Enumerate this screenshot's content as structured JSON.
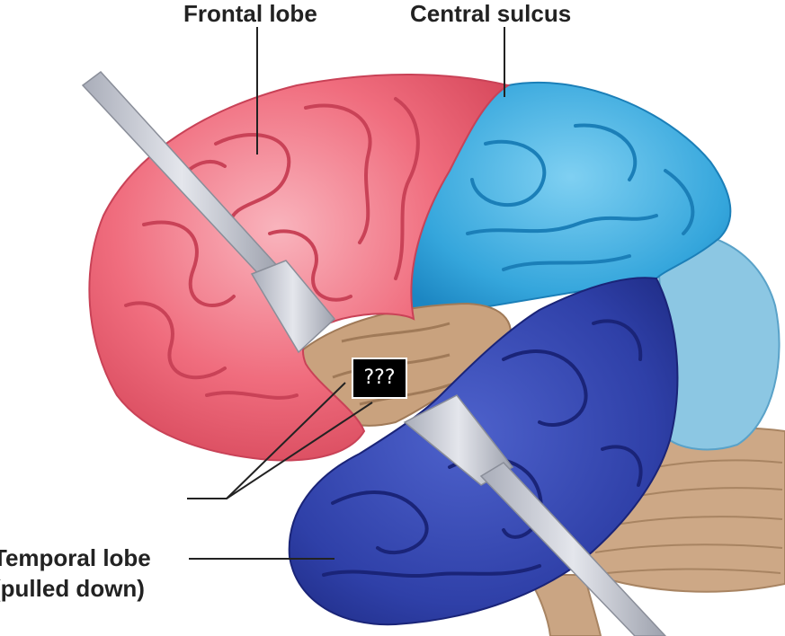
{
  "labels": {
    "frontal": "Frontal lobe",
    "central": "Central sulcus",
    "temporal_line1": "Temporal lobe",
    "temporal_line2": "(pulled down)",
    "unknown": "???"
  },
  "colors": {
    "frontal": "#f06d7e",
    "parietal": "#35a6dc",
    "occipital": "#8cc7e3",
    "temporal": "#2f40a8",
    "insula": "#c9a27e",
    "cerebellum": "#c9a27e",
    "retractor": "#c9ccd6"
  },
  "icons": {
    "retractor": "metal-retractor-icon",
    "brain": "brain-lateral-view-icon"
  }
}
